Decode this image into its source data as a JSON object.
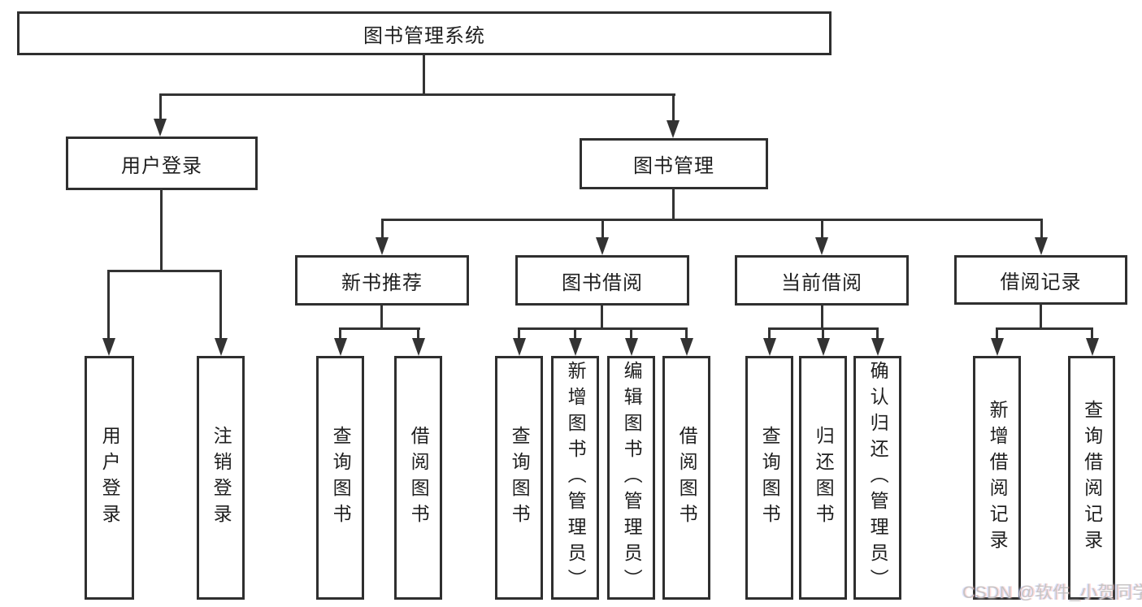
{
  "tree": {
    "root": {
      "label": "图书管理系统",
      "children": [
        {
          "label": "用户登录",
          "children": [
            {
              "label": "用户登录"
            },
            {
              "label": "注销登录"
            }
          ]
        },
        {
          "label": "图书管理",
          "children": [
            {
              "label": "新书推荐",
              "children": [
                {
                  "label": "查询图书"
                },
                {
                  "label": "借阅图书"
                }
              ]
            },
            {
              "label": "图书借阅",
              "children": [
                {
                  "label": "查询图书"
                },
                {
                  "label": "新增图书（管理员）"
                },
                {
                  "label": "编辑图书（管理员）"
                },
                {
                  "label": "借阅图书"
                }
              ]
            },
            {
              "label": "当前借阅",
              "children": [
                {
                  "label": "查询图书"
                },
                {
                  "label": "归还图书"
                },
                {
                  "label": "确认归还（管理员）"
                }
              ]
            },
            {
              "label": "借阅记录",
              "children": [
                {
                  "label": "新增借阅记录"
                },
                {
                  "label": "查询借阅记录"
                }
              ]
            }
          ]
        }
      ]
    }
  },
  "watermark": {
    "text": "CSDN @软件_小贺同学"
  },
  "colors": {
    "line": "#333333",
    "box_border": "#2f2f2f",
    "text": "#1f1f1f",
    "watermark_text": "#c7c4c4",
    "background": "#ffffff"
  }
}
